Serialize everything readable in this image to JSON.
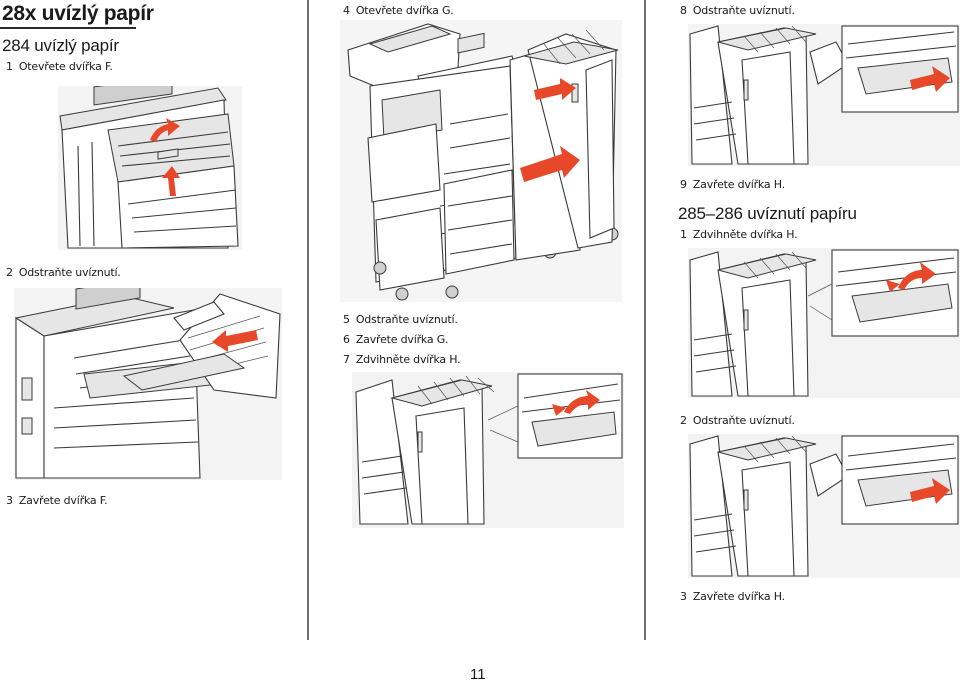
{
  "section_title": "28x uvízlý papír",
  "col1": {
    "subheading": "284 uvízlý papír",
    "steps": [
      {
        "num": "1",
        "text": "Otevřete dvířka F."
      },
      {
        "num": "2",
        "text": "Odstraňte uvíznutí."
      },
      {
        "num": "3",
        "text": "Zavřete dvířka F."
      }
    ]
  },
  "col2": {
    "steps": [
      {
        "num": "4",
        "text": "Otevřete dvířka G."
      },
      {
        "num": "5",
        "text": "Odstraňte uvíznutí."
      },
      {
        "num": "6",
        "text": "Zavřete dvířka G."
      },
      {
        "num": "7",
        "text": "Zdvihněte dvířka H."
      }
    ]
  },
  "col3": {
    "steps_top": [
      {
        "num": "8",
        "text": "Odstraňte uvíznutí."
      },
      {
        "num": "9",
        "text": "Zavřete dvířka H."
      }
    ],
    "subheading": "285–286 uvíznutí papíru",
    "steps_bottom": [
      {
        "num": "1",
        "text": "Zdvihněte dvířka H."
      },
      {
        "num": "2",
        "text": "Odstraňte uvíznutí."
      },
      {
        "num": "3",
        "text": "Zavřete dvířka H."
      }
    ]
  },
  "page_number": "11",
  "colors": {
    "arrow": "#e8482a",
    "rule": "#6e6e6e"
  }
}
